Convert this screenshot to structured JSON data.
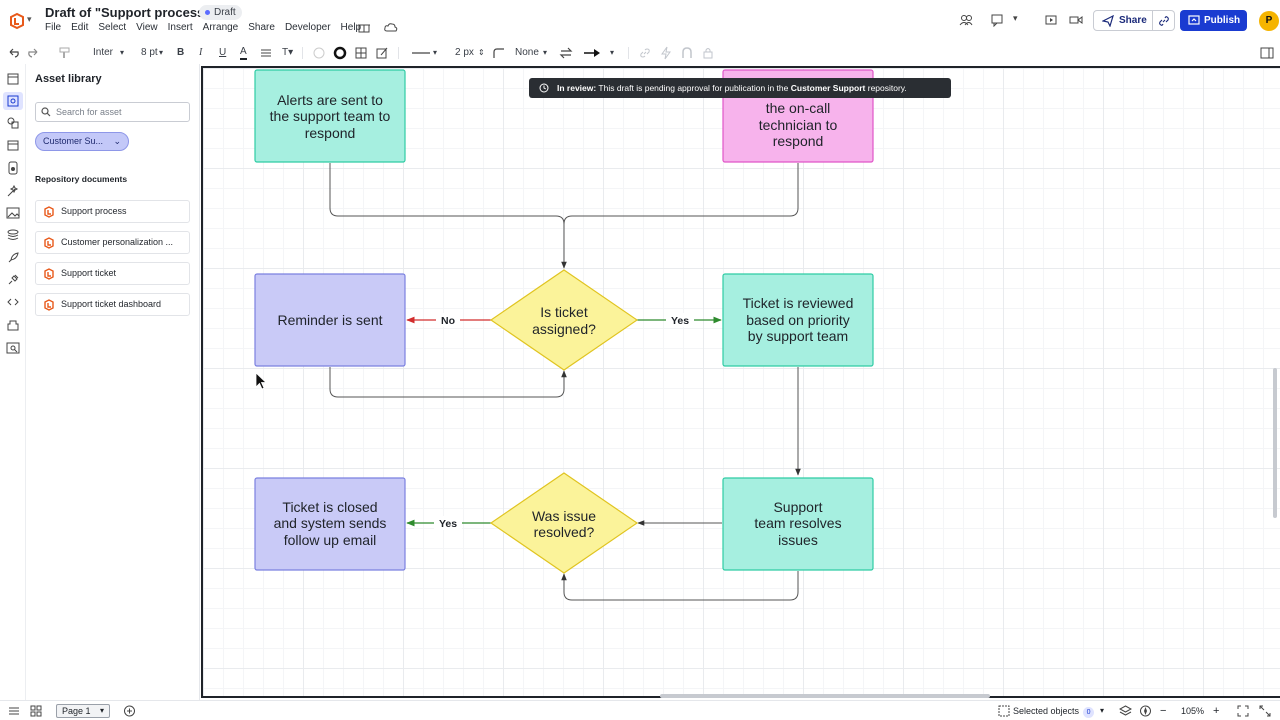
{
  "app": {
    "document_title": "Draft of \"Support process \"",
    "status_badge": "Draft",
    "menu": [
      "File",
      "Edit",
      "Select",
      "View",
      "Insert",
      "Arrange",
      "Share",
      "Developer",
      "Help"
    ],
    "share_label": "Share",
    "publish_label": "Publish",
    "avatar_initial": "P",
    "accent_color": "#1a3bd1"
  },
  "toolbar": {
    "font_family": "Inter",
    "font_size": "8 pt",
    "line_width": "2 px",
    "line_start": "None"
  },
  "rail_icons": [
    "pages-icon",
    "asset-library-icon",
    "shapes-icon",
    "templates-icon",
    "data-icon",
    "ai-icon",
    "image-icon",
    "layers-icon",
    "rocket-icon",
    "plugin-icon",
    "code-icon",
    "integrations-icon",
    "diagram-search-icon"
  ],
  "asset_library": {
    "title": "Asset library",
    "search_placeholder": "Search for asset",
    "repository": "Customer Su...",
    "section_label": "Repository documents",
    "documents": [
      "Support process",
      "Customer personalization ...",
      "Support ticket",
      "Support ticket dashboard"
    ]
  },
  "banner": {
    "prefix": "In review:",
    "text": " This draft is pending approval for publication in the ",
    "repo": "Customer Support",
    "suffix": " repository."
  },
  "diagram": {
    "nodes": {
      "alerts": [
        "Alerts are sent to",
        "the support team to",
        "respond"
      ],
      "oncall": [
        "the on-call",
        "technician to",
        "respond"
      ],
      "reminder": [
        "Reminder is sent"
      ],
      "assigned": [
        "Is ticket",
        "assigned?"
      ],
      "reviewed": [
        "Ticket is reviewed",
        "based on priority",
        "by support team"
      ],
      "closed": [
        "Ticket is closed",
        "and system sends",
        "follow up email"
      ],
      "resolved": [
        "Was issue",
        "resolved?"
      ],
      "resolves": [
        "Support",
        "team resolves",
        "issues"
      ]
    },
    "edge_labels": {
      "no": "No",
      "yes_reviewed": "Yes",
      "yes_closed": "Yes"
    },
    "colors": {
      "teal": "#a6efe0",
      "pink": "#f7b3ec",
      "lavender": "#c9caf7",
      "yellow": "#fbf39a",
      "red": "#d22d2d",
      "green": "#2e8b2e"
    }
  },
  "bottom": {
    "page_label": "Page 1",
    "selected_objects_label": "Selected objects",
    "selected_count": "0",
    "zoom": "105%"
  }
}
